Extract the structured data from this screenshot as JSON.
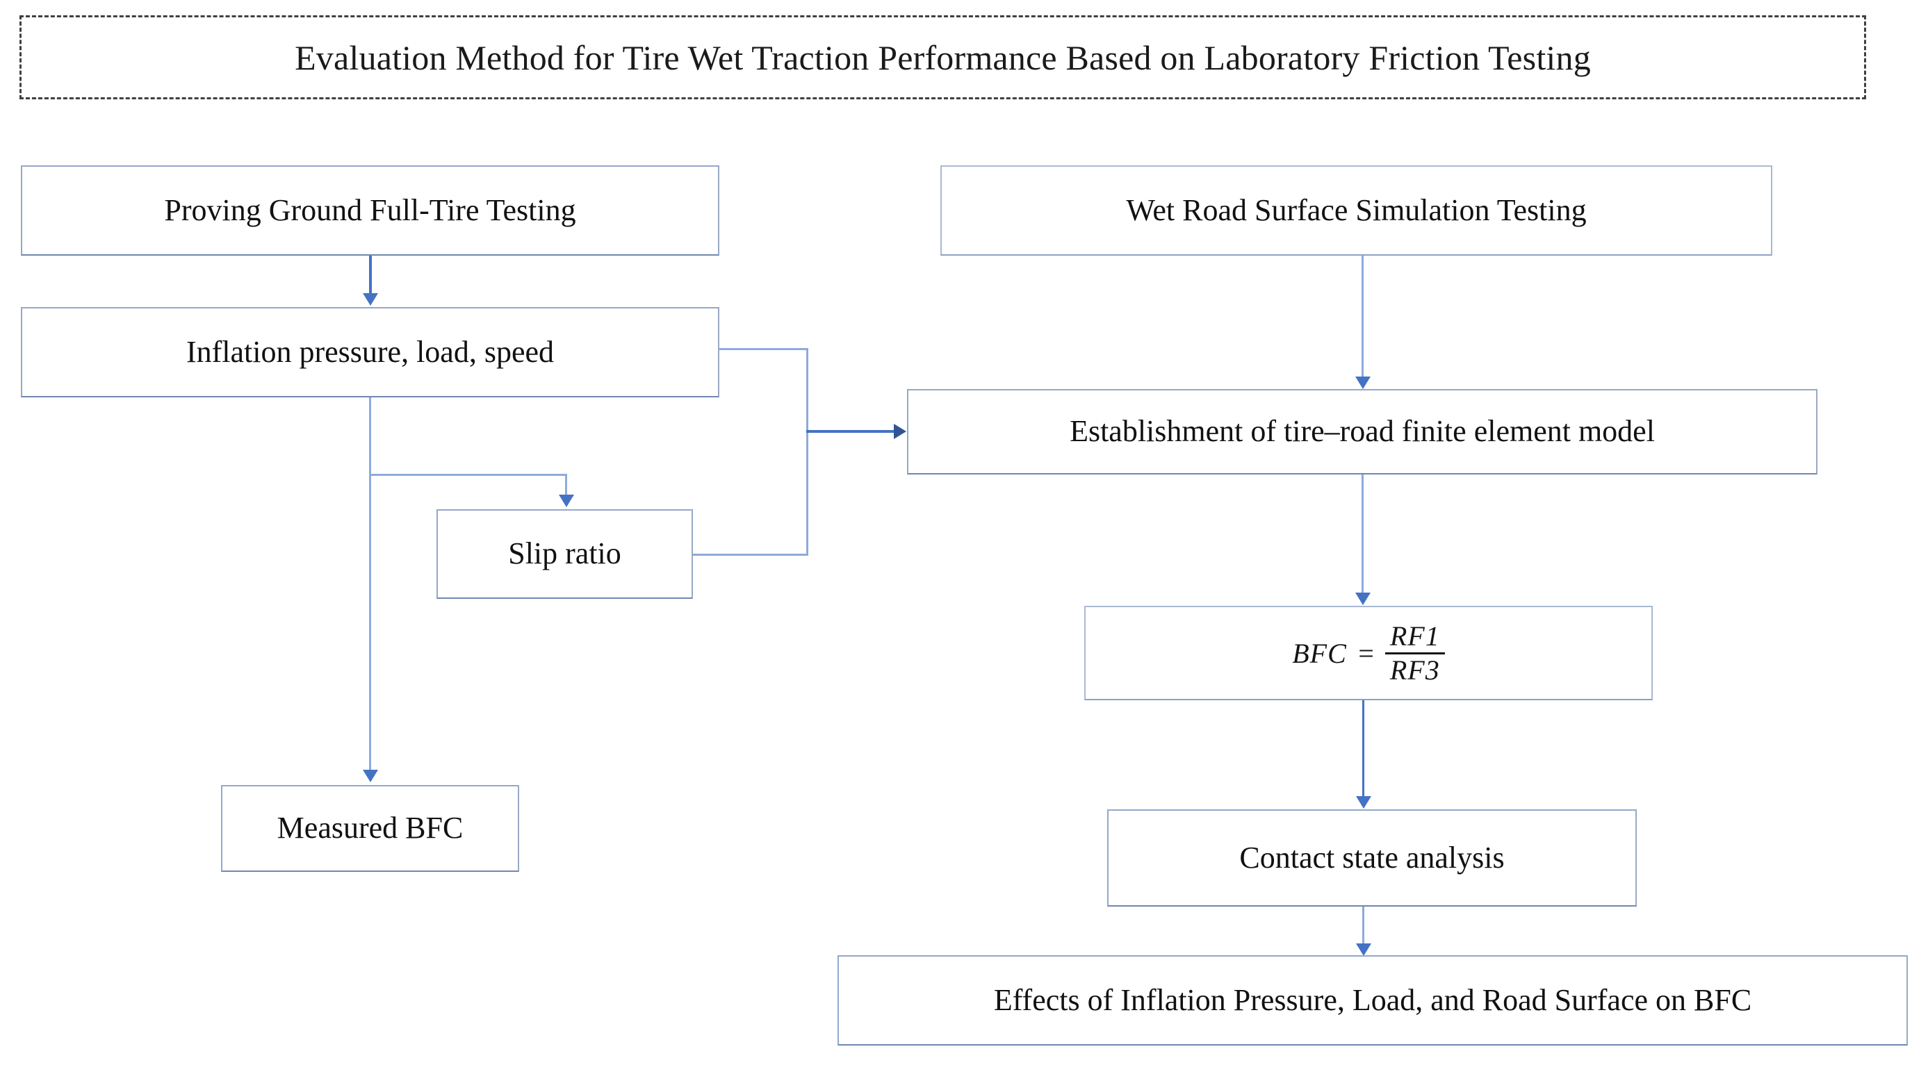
{
  "diagram": {
    "title": "Evaluation Method for Tire Wet Traction Performance Based on Laboratory Friction Testing",
    "type": "flowchart",
    "colors": {
      "box_border": "#93A8CB",
      "connector_light": "#8FAADC",
      "connector_strong": "#4472C4",
      "arrow_head": "#2F5597",
      "title_border": "#404040",
      "text": "#111111",
      "background": "#FFFFFF"
    },
    "nodes": [
      {
        "id": "proving_ground",
        "label": "Proving Ground Full-Tire Testing"
      },
      {
        "id": "inflation",
        "label": "Inflation pressure, load, speed"
      },
      {
        "id": "slip_ratio",
        "label": "Slip ratio"
      },
      {
        "id": "measured_bfc",
        "label": "Measured BFC"
      },
      {
        "id": "wet_road",
        "label": "Wet Road Surface Simulation Testing"
      },
      {
        "id": "fe_model",
        "label": "Establishment of tire–road finite element model"
      },
      {
        "id": "contact_state",
        "label": "Contact state analysis"
      },
      {
        "id": "effects",
        "label": "Effects of Inflation Pressure, Load, and Road Surface on BFC"
      }
    ],
    "formula": {
      "lhs": "BFC",
      "equals": "=",
      "numerator": "RF1",
      "denominator": "RF3"
    },
    "edges": [
      {
        "from": "proving_ground",
        "to": "inflation",
        "style": "straight-down"
      },
      {
        "from": "inflation",
        "to": "slip_ratio",
        "style": "elbow-down"
      },
      {
        "from": "inflation",
        "to": "measured_bfc",
        "style": "straight-down"
      },
      {
        "from": "inflation",
        "to": "fe_model",
        "style": "elbow-right"
      },
      {
        "from": "slip_ratio",
        "to": "fe_model",
        "style": "elbow-right"
      },
      {
        "from": "wet_road",
        "to": "fe_model",
        "style": "straight-down"
      },
      {
        "from": "fe_model",
        "to": "bfc_formula",
        "style": "straight-down"
      },
      {
        "from": "bfc_formula",
        "to": "contact_state",
        "style": "straight-down"
      },
      {
        "from": "contact_state",
        "to": "effects",
        "style": "straight-down"
      }
    ]
  }
}
